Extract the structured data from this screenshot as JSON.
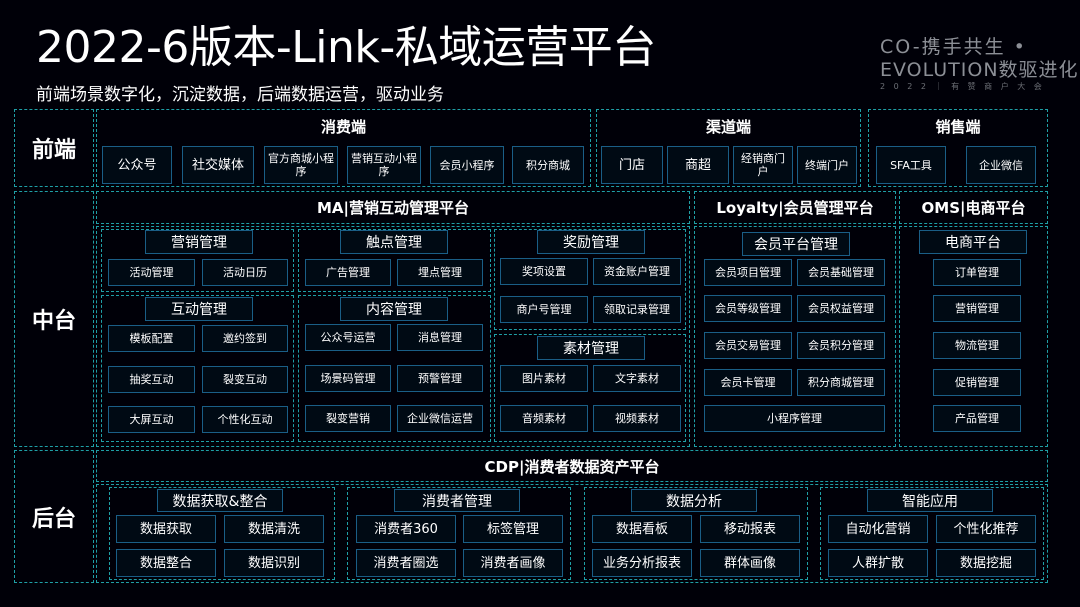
{
  "title": "2022-6版本-Link-私域运营平台",
  "subtitle": "前端场景数字化，沉淀数据，后端数据运营，驱动业务",
  "logo": {
    "line1": "CO-携手共生 •",
    "line2": "EVOLUTION数驱进化",
    "line3": "2 0 2 2 ｜ 有 赞 商 户 大 会"
  },
  "tiers": {
    "front": "前端",
    "middle": "中台",
    "back": "后台"
  },
  "front": {
    "consumer": {
      "title": "消费端",
      "items": [
        "公众号",
        "社交媒体",
        "官方商城小程序",
        "营销互动小程序",
        "会员小程序",
        "积分商城"
      ]
    },
    "channel": {
      "title": "渠道端",
      "items": [
        "门店",
        "商超",
        "经销商门户",
        "终端门户"
      ]
    },
    "sales": {
      "title": "销售端",
      "items": [
        "SFA工具",
        "企业微信"
      ]
    }
  },
  "middle": {
    "ma": {
      "title": "MA|营销互动管理平台",
      "marketing": {
        "title": "营销管理",
        "items": [
          "活动管理",
          "活动日历"
        ]
      },
      "touch": {
        "title": "触点管理",
        "items": [
          "广告管理",
          "埋点管理"
        ]
      },
      "reward": {
        "title": "奖励管理",
        "items": [
          "奖项设置",
          "资金账户管理",
          "商户号管理",
          "领取记录管理"
        ]
      },
      "interaction": {
        "title": "互动管理",
        "items": [
          "模板配置",
          "邀约签到",
          "抽奖互动",
          "裂变互动",
          "大屏互动",
          "个性化互动"
        ]
      },
      "content": {
        "title": "内容管理",
        "items": [
          "公众号运营",
          "消息管理",
          "场景码管理",
          "预警管理",
          "裂变营销",
          "企业微信运营"
        ]
      },
      "material": {
        "title": "素材管理",
        "items": [
          "图片素材",
          "文字素材",
          "音频素材",
          "视频素材"
        ]
      }
    },
    "loyalty": {
      "title": "Loyalty|会员管理平台",
      "sub": "会员平台管理",
      "items": [
        "会员项目管理",
        "会员基础管理",
        "会员等级管理",
        "会员权益管理",
        "会员交易管理",
        "会员积分管理",
        "会员卡管理",
        "积分商城管理",
        "小程序管理"
      ]
    },
    "oms": {
      "title": "OMS|电商平台",
      "sub": "电商平台",
      "items": [
        "订单管理",
        "营销管理",
        "物流管理",
        "促销管理",
        "产品管理"
      ]
    }
  },
  "back": {
    "cdp": {
      "title": "CDP|消费者数据资产平台",
      "groups": [
        {
          "title": "数据获取&整合",
          "items": [
            "数据获取",
            "数据清洗",
            "数据整合",
            "数据识别"
          ]
        },
        {
          "title": "消费者管理",
          "items": [
            "消费者360",
            "标签管理",
            "消费者圈选",
            "消费者画像"
          ]
        },
        {
          "title": "数据分析",
          "items": [
            "数据看板",
            "移动报表",
            "业务分析报表",
            "群体画像"
          ]
        },
        {
          "title": "智能应用",
          "items": [
            "自动化营销",
            "个性化推荐",
            "人群扩散",
            "数据挖掘"
          ]
        }
      ]
    }
  }
}
